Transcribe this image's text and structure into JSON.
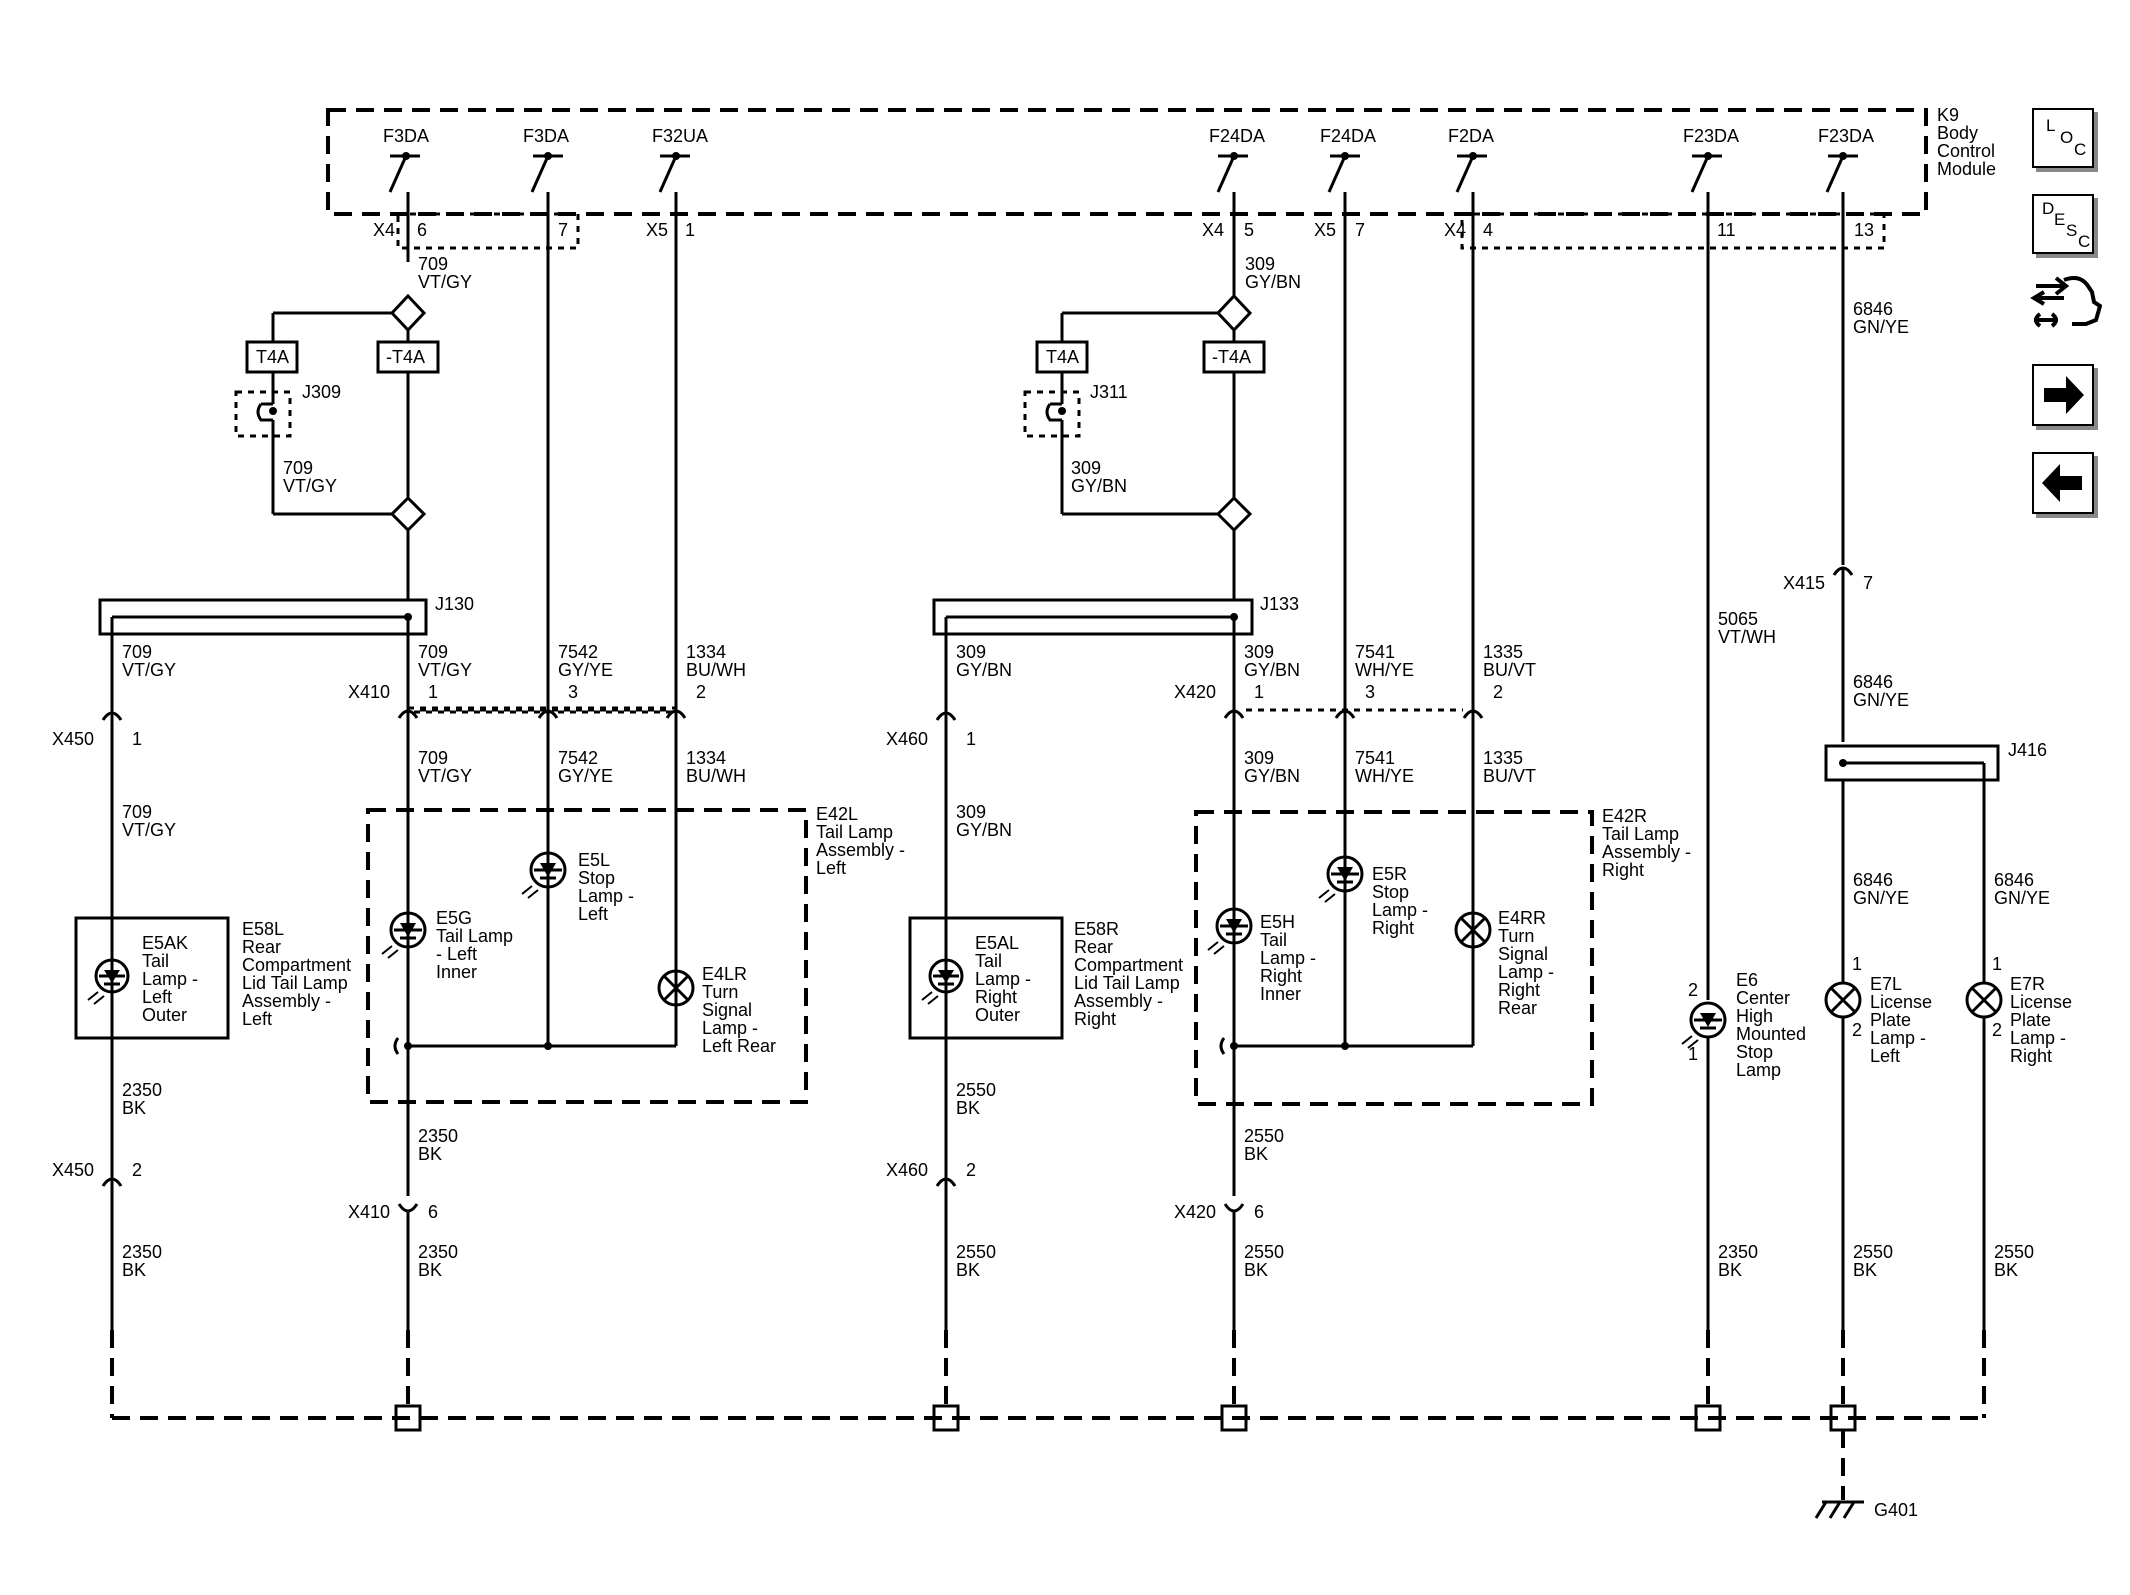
{
  "bcm": {
    "name": "K9",
    "lines": [
      "Body",
      "Control",
      "Module"
    ],
    "pins": [
      {
        "id": "p1",
        "label": "F3DA",
        "conn": "X4",
        "num": "6"
      },
      {
        "id": "p2",
        "label": "F3DA",
        "conn": "",
        "num": "7"
      },
      {
        "id": "p3",
        "label": "F32UA",
        "conn": "X5",
        "num": "1"
      },
      {
        "id": "p4",
        "label": "F24DA",
        "conn": "X4",
        "num": "5"
      },
      {
        "id": "p5",
        "label": "F24DA",
        "conn": "X5",
        "num": "7"
      },
      {
        "id": "p6",
        "label": "F2DA",
        "conn": "X4",
        "num": "4"
      },
      {
        "id": "p7",
        "label": "F23DA",
        "conn": "",
        "num": "11"
      },
      {
        "id": "p8",
        "label": "F23DA",
        "conn": "",
        "num": "13"
      }
    ]
  },
  "wires": [
    {
      "id": "w1",
      "c": "709",
      "col": "VT/GY"
    },
    {
      "id": "w2",
      "c": "309",
      "col": "GY/BN"
    },
    {
      "id": "w3",
      "c": "709",
      "col": "VT/GY"
    },
    {
      "id": "w4",
      "c": "309",
      "col": "GY/BN"
    },
    {
      "id": "w5",
      "c": "6846",
      "col": "GN/YE"
    },
    {
      "id": "w6",
      "c": "709",
      "col": "VT/GY"
    },
    {
      "id": "w7",
      "c": "709",
      "col": "VT/GY"
    },
    {
      "id": "w8",
      "c": "7542",
      "col": "GY/YE"
    },
    {
      "id": "w9",
      "c": "1334",
      "col": "BU/WH"
    },
    {
      "id": "w10",
      "c": "309",
      "col": "GY/BN"
    },
    {
      "id": "w11",
      "c": "309",
      "col": "GY/BN"
    },
    {
      "id": "w12",
      "c": "7541",
      "col": "WH/YE"
    },
    {
      "id": "w13",
      "c": "1335",
      "col": "BU/VT"
    },
    {
      "id": "w14",
      "c": "5065",
      "col": "VT/WH"
    },
    {
      "id": "w15",
      "c": "6846",
      "col": "GN/YE"
    },
    {
      "id": "w16",
      "c": "709",
      "col": "VT/GY"
    },
    {
      "id": "w17",
      "c": "709",
      "col": "VT/GY"
    },
    {
      "id": "w18",
      "c": "7542",
      "col": "GY/YE"
    },
    {
      "id": "w19",
      "c": "1334",
      "col": "BU/WH"
    },
    {
      "id": "w20",
      "c": "309",
      "col": "GY/BN"
    },
    {
      "id": "w21",
      "c": "309",
      "col": "GY/BN"
    },
    {
      "id": "w22",
      "c": "7541",
      "col": "WH/YE"
    },
    {
      "id": "w23",
      "c": "1335",
      "col": "BU/VT"
    },
    {
      "id": "w24",
      "c": "6846",
      "col": "GN/YE"
    },
    {
      "id": "w25",
      "c": "6846",
      "col": "GN/YE"
    },
    {
      "id": "w26",
      "c": "2350",
      "col": "BK"
    },
    {
      "id": "w27",
      "c": "2550",
      "col": "BK"
    },
    {
      "id": "w28",
      "c": "2350",
      "col": "BK"
    },
    {
      "id": "w29",
      "c": "2550",
      "col": "BK"
    },
    {
      "id": "w30",
      "c": "2350",
      "col": "BK"
    },
    {
      "id": "w31",
      "c": "2350",
      "col": "BK"
    },
    {
      "id": "w32",
      "c": "2550",
      "col": "BK"
    },
    {
      "id": "w33",
      "c": "2550",
      "col": "BK"
    },
    {
      "id": "w34",
      "c": "2350",
      "col": "BK"
    },
    {
      "id": "w35",
      "c": "2550",
      "col": "BK"
    },
    {
      "id": "w36",
      "c": "2550",
      "col": "BK"
    }
  ],
  "options": {
    "t4a_l": "T4A",
    "t4a_r": "-T4A",
    "t4b_l": "T4A",
    "t4b_r": "-T4A"
  },
  "jumpers": {
    "j309": "J309",
    "j311": "J311"
  },
  "splices": {
    "j130": "J130",
    "j133": "J133",
    "j416": "J416"
  },
  "connectors": [
    {
      "id": "c1",
      "name": "X450",
      "pin": "1"
    },
    {
      "id": "c2",
      "name": "X410",
      "pin": "1"
    },
    {
      "id": "c3",
      "name": "",
      "pin": "3"
    },
    {
      "id": "c4",
      "name": "",
      "pin": "2"
    },
    {
      "id": "c5",
      "name": "X460",
      "pin": "1"
    },
    {
      "id": "c6",
      "name": "X420",
      "pin": "1"
    },
    {
      "id": "c7",
      "name": "",
      "pin": "3"
    },
    {
      "id": "c8",
      "name": "",
      "pin": "2"
    },
    {
      "id": "c9",
      "name": "X415",
      "pin": "7"
    },
    {
      "id": "c10",
      "name": "X450",
      "pin": "2"
    },
    {
      "id": "c11",
      "name": "X460",
      "pin": "2"
    },
    {
      "id": "c12",
      "name": "X410",
      "pin": "6"
    },
    {
      "id": "c13",
      "name": "X420",
      "pin": "6"
    }
  ],
  "assemblies": {
    "e42l": [
      "E42L",
      "Tail Lamp",
      "Assembly -",
      "Left"
    ],
    "e42r": [
      "E42R",
      "Tail Lamp",
      "Assembly -",
      "Right"
    ],
    "e58l": [
      "E58L",
      "Rear",
      "Compartment",
      "Lid Tail Lamp",
      "Assembly -",
      "Left"
    ],
    "e58r": [
      "E58R",
      "Rear",
      "Compartment",
      "Lid Tail Lamp",
      "Assembly -",
      "Right"
    ]
  },
  "components": {
    "e5ak": [
      "E5AK",
      "Tail",
      "Lamp -",
      "Left",
      "Outer"
    ],
    "e5al": [
      "E5AL",
      "Tail",
      "Lamp -",
      "Right",
      "Outer"
    ],
    "e5g": [
      "E5G",
      "Tail Lamp",
      "- Left",
      "Inner"
    ],
    "e5l": [
      "E5L",
      "Stop",
      "Lamp -",
      "Left"
    ],
    "e4lr": [
      "E4LR",
      "Turn",
      "Signal",
      "Lamp -",
      "Left Rear"
    ],
    "e5h": [
      "E5H",
      "Tail",
      "Lamp -",
      "Right",
      "Inner"
    ],
    "e5r": [
      "E5R",
      "Stop",
      "Lamp -",
      "Right"
    ],
    "e4rr": [
      "E4RR",
      "Turn",
      "Signal",
      "Lamp -",
      "Right",
      "Rear"
    ],
    "e6": [
      "E6",
      "Center",
      "High",
      "Mounted",
      "Stop",
      "Lamp"
    ],
    "e7l": [
      "E7L",
      "License",
      "Plate",
      "Lamp -",
      "Left"
    ],
    "e7r": [
      "E7R",
      "License",
      "Plate",
      "Lamp -",
      "Right"
    ]
  },
  "pins_small": {
    "e6_top": "2",
    "e6_bot": "1",
    "e7l_top": "1",
    "e7l_bot": "2",
    "e7r_top": "1",
    "e7r_bot": "2"
  },
  "ground": "G401",
  "nav": {
    "loc": [
      "L",
      "O",
      "C"
    ],
    "desc": [
      "D",
      "E",
      "S",
      "C"
    ]
  }
}
